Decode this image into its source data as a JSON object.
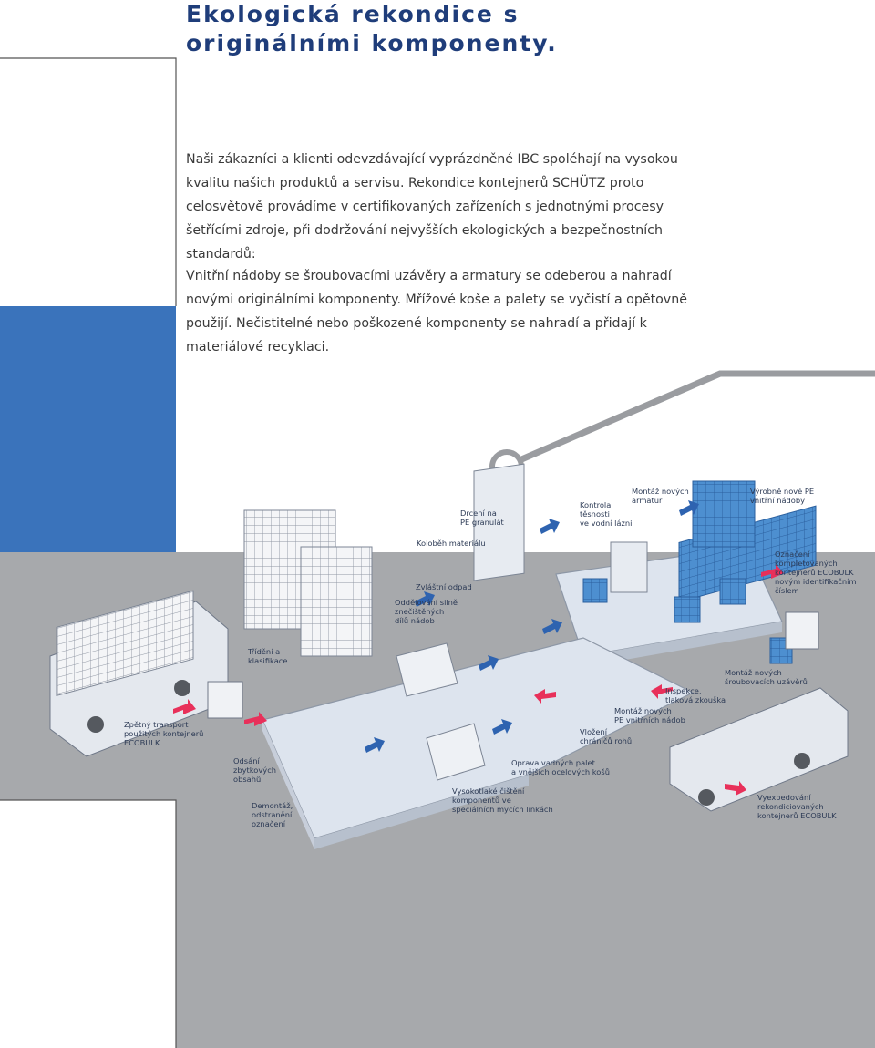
{
  "title_lines": [
    "Ekologická rekondice s",
    "originálními komponenty."
  ],
  "paragraph1": "Naši zákazníci a klienti odevzdávající vyprázdněné IBC spoléhají na vysokou kvalitu našich produktů a servisu. Rekondice kontejnerů SCHÜTZ proto celosvětově provádíme v certifikovaných zařízeních s jednotnými procesy šetřícími zdroje, při dodržování nejvyšších ekologických a bezpečnostních standardů:",
  "paragraph2": "Vnitřní nádoby se šroubovacími uzávěry a armatury se odeberou a nahradí novými originálními komponenty. Mřížové koše a palety se vyčistí a opětovně použijí. Nečistitelné nebo poškozené komponenty se nahradí a přidají k materiálové recyklaci.",
  "colors": {
    "title": "#1f3d7a",
    "blue_panel": "#3a73bb",
    "floor": "#a7a9ac",
    "platform": "#dde4ee",
    "ibc_new": "#3f86c8",
    "arrow_blue": "#2e63b0",
    "arrow_red": "#e8305a",
    "connector": "#9a9ca0"
  },
  "labels": [
    {
      "id": "drceni",
      "lines": [
        "Drcení na",
        "PE granulát"
      ]
    },
    {
      "id": "kontrola",
      "lines": [
        "Kontrola",
        "těsnosti",
        "ve vodní lázni"
      ]
    },
    {
      "id": "montaz-armatur",
      "lines": [
        "Montáž nových",
        "armatur"
      ]
    },
    {
      "id": "vyrobne-pe",
      "lines": [
        "Výrobně nové PE",
        "vnitřní nádoby"
      ]
    },
    {
      "id": "kolobeh",
      "lines": [
        "Koloběh materiálu"
      ]
    },
    {
      "id": "zvlastni-odpad",
      "lines": [
        "Zvláštní odpad"
      ]
    },
    {
      "id": "oddelovani",
      "lines": [
        "Oddělování silně",
        "znečištěných",
        "dílů nádob"
      ]
    },
    {
      "id": "oznaceni",
      "lines": [
        "Označení",
        "kompletovaných",
        "kontejnerů ECOBULK",
        "novým identifikačním",
        "číslem"
      ]
    },
    {
      "id": "trideni",
      "lines": [
        "Třídění a",
        "klasifikace"
      ]
    },
    {
      "id": "montaz-uzaveru",
      "lines": [
        "Montáž nových",
        "šroubovacích uzávěrů"
      ]
    },
    {
      "id": "inspekce",
      "lines": [
        "Inspekce,",
        "tlaková zkouška"
      ]
    },
    {
      "id": "zpetny-transport",
      "lines": [
        "Zpětný transport",
        "použitých kontejnerů",
        "ECOBULK"
      ]
    },
    {
      "id": "montaz-vnitrnich",
      "lines": [
        "Montáž nových",
        "PE vnitřních nádob"
      ]
    },
    {
      "id": "vlozeni",
      "lines": [
        "Vložení",
        "chráničů rohů"
      ]
    },
    {
      "id": "odsani",
      "lines": [
        "Odsání",
        "zbytkových",
        "obsahů"
      ]
    },
    {
      "id": "oprava",
      "lines": [
        "Oprava vadných palet",
        "a vnějších ocelových košů"
      ]
    },
    {
      "id": "vysokotlake",
      "lines": [
        "Vysokotlaké čištění",
        "komponentů ve",
        "speciálních mycích linkách"
      ]
    },
    {
      "id": "demontaz",
      "lines": [
        "Demontáž,",
        "odstranění",
        "označení"
      ]
    },
    {
      "id": "vyexpedovani",
      "lines": [
        "Vyexpedování",
        "rekondiciovaných",
        "kontejnerů ECOBULK"
      ]
    }
  ]
}
